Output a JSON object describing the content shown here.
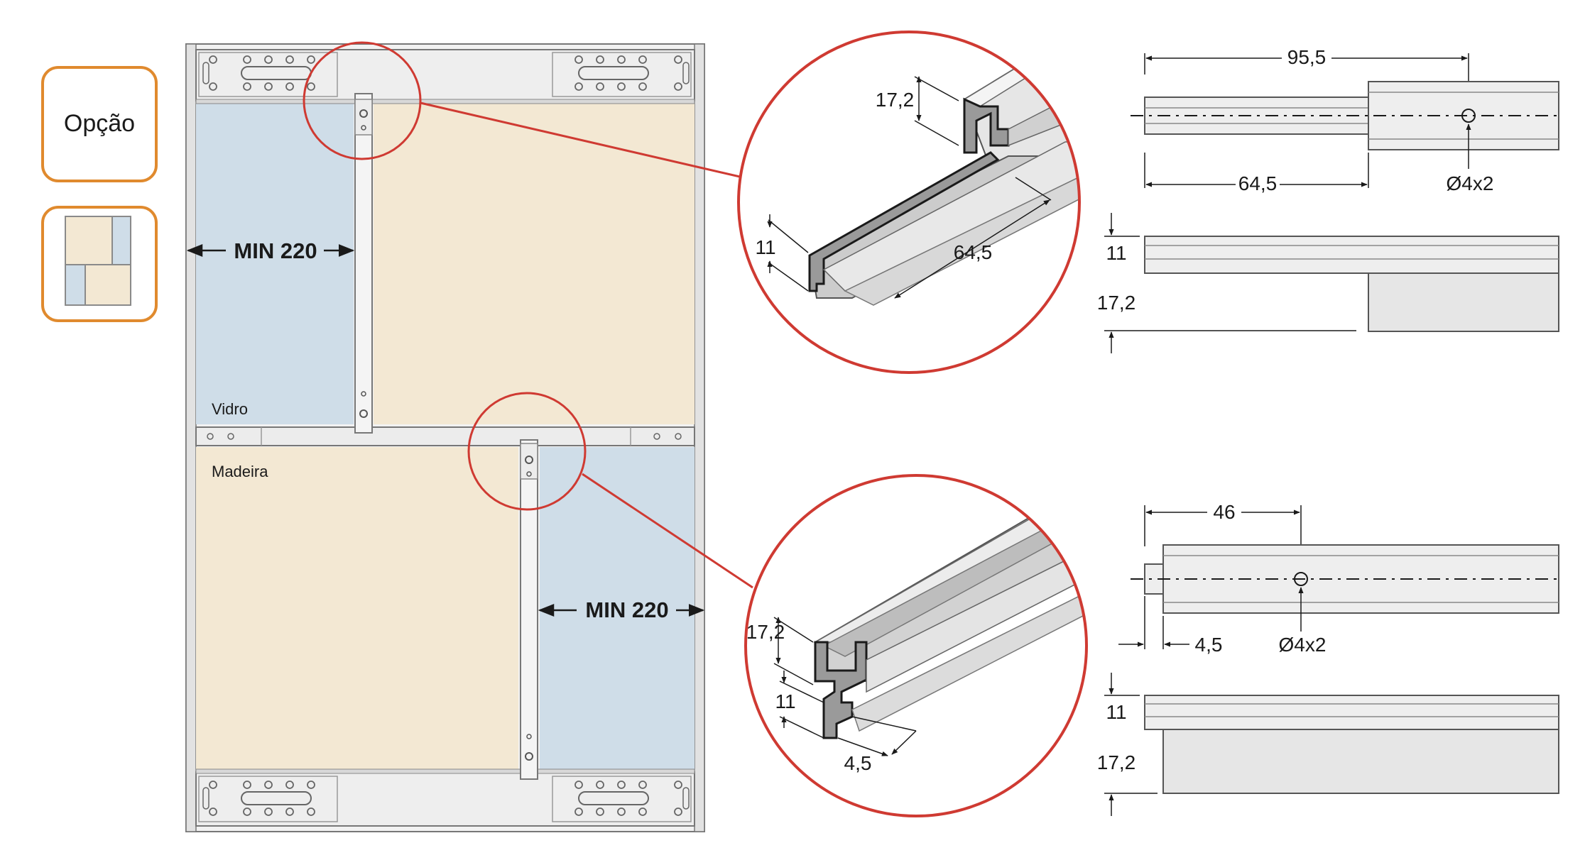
{
  "option_box": {
    "label": "Opção"
  },
  "panel_labels": {
    "glass": "Vidro",
    "wood": "Madeira"
  },
  "min_gap": {
    "top": "MIN 220",
    "bottom": "MIN 220"
  },
  "detail_top": {
    "height": "17,2",
    "base": "11",
    "length": "64,5"
  },
  "detail_bottom": {
    "height": "17,2",
    "base": "11",
    "offset": "4,5"
  },
  "drawing_top": {
    "overall": "95,5",
    "inner": "64,5",
    "hole": "Ø4x2",
    "side_base": "11",
    "side_height": "17,2"
  },
  "drawing_bottom": {
    "overall": "46",
    "offset": "4,5",
    "hole": "Ø4x2",
    "side_base": "11",
    "side_height": "17,2"
  },
  "colors": {
    "accent_orange": "#e08a2e",
    "circle_red": "#cf3a32",
    "glass_blue": "#cfdde8",
    "wood_beige": "#f3e8d3",
    "frame_grey": "#e8e8e8"
  }
}
